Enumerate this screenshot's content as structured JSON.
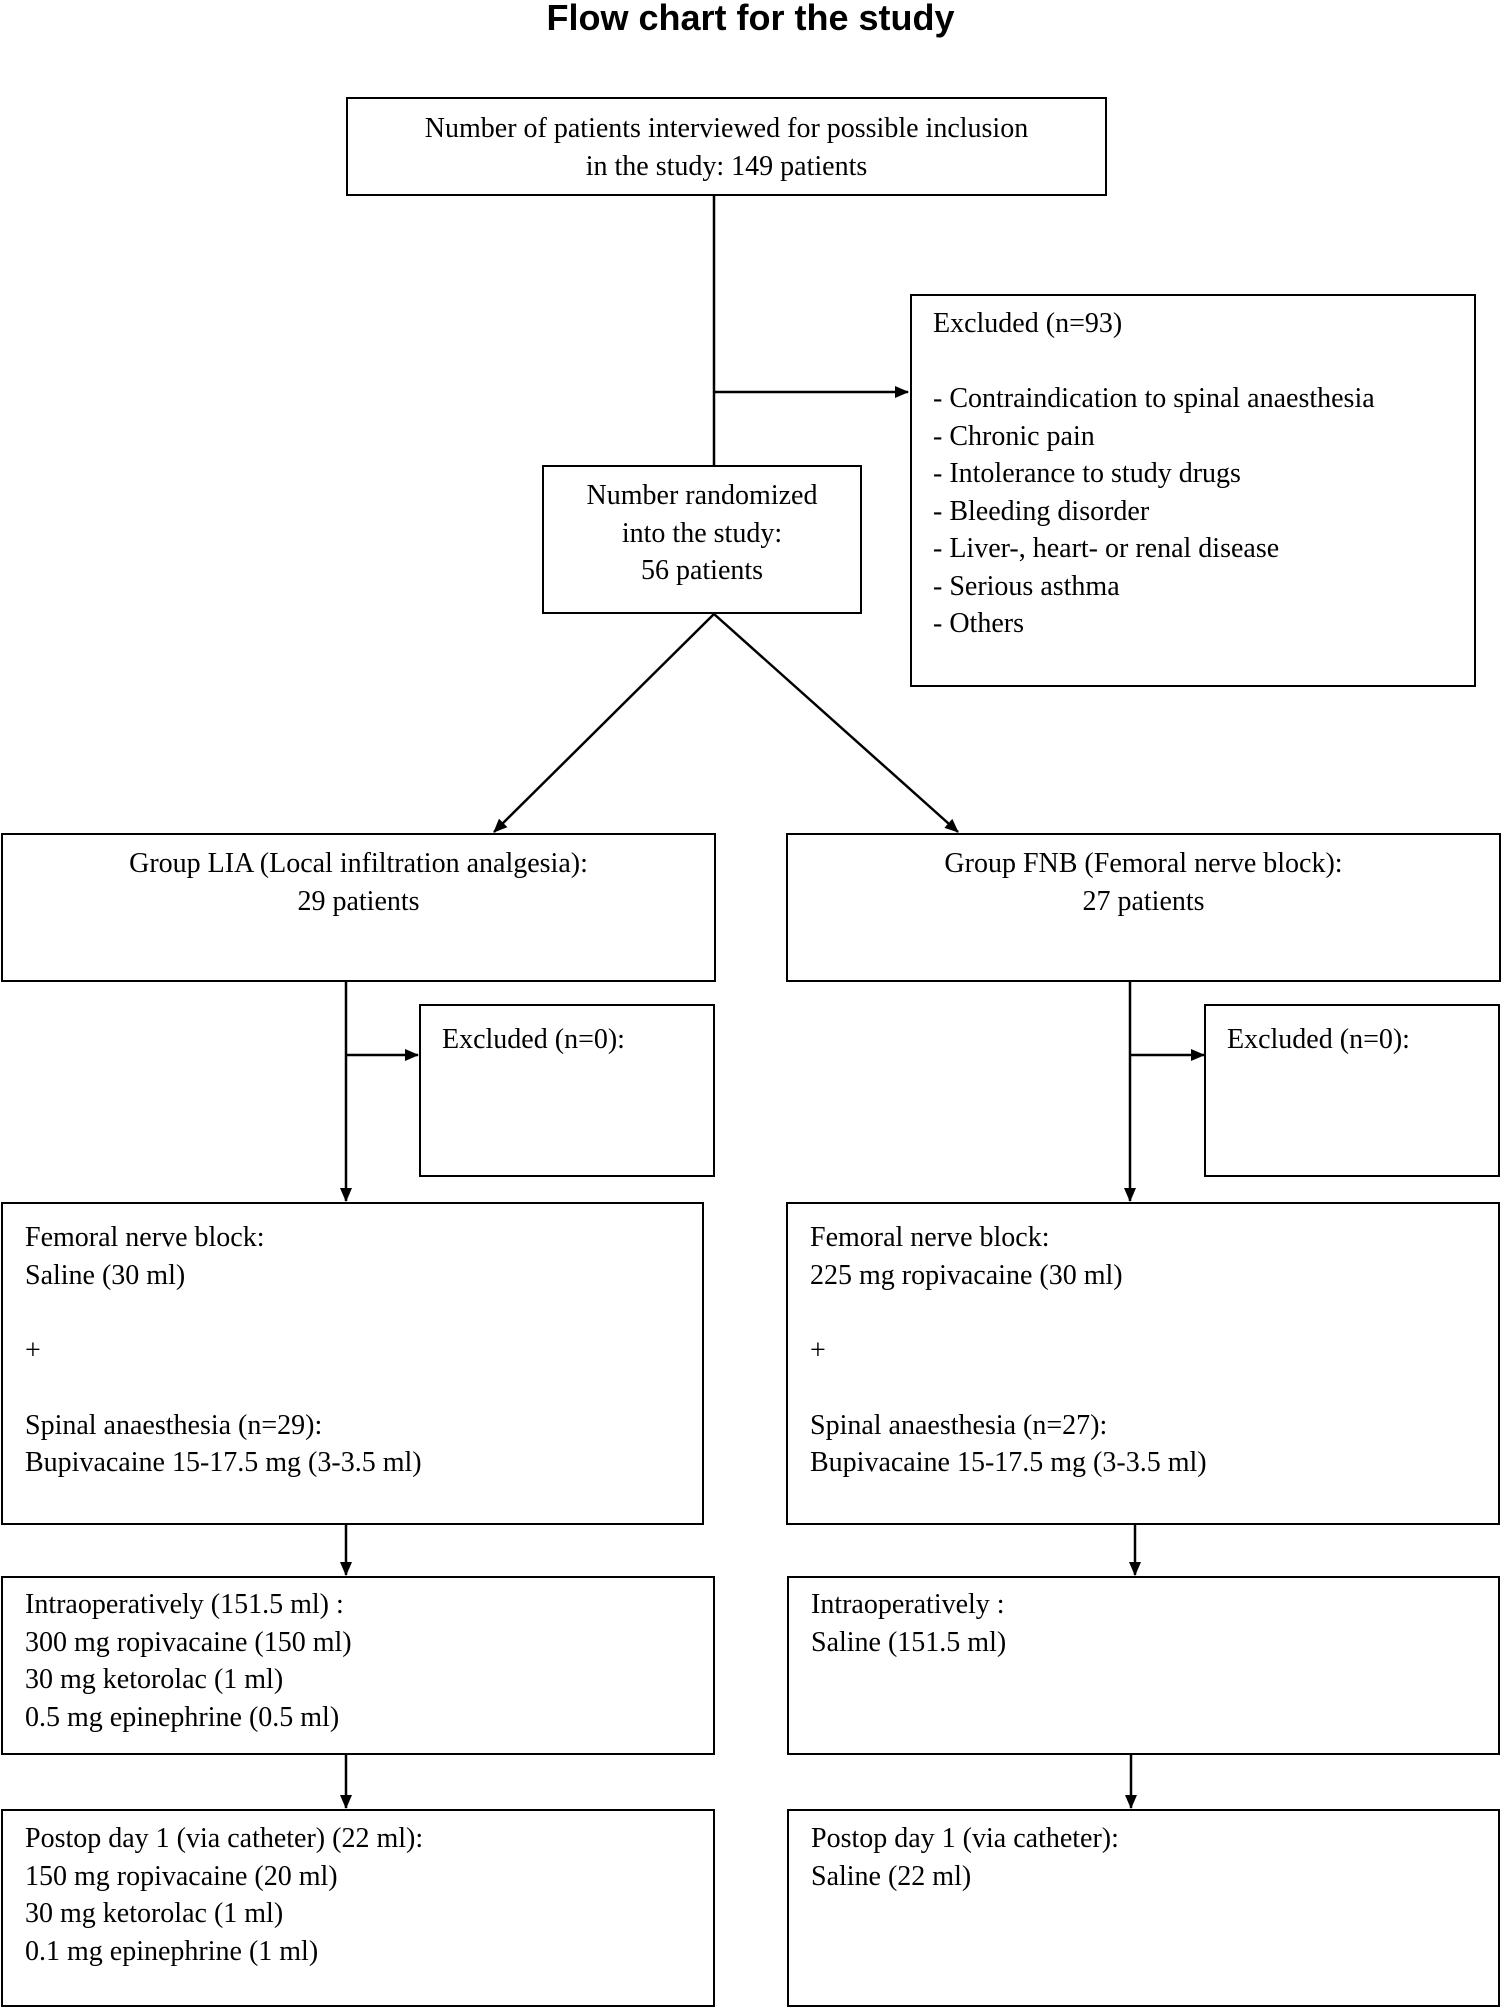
{
  "title": "Flow chart for the study",
  "interviewed": {
    "lines": [
      "Number of patients interviewed for possible inclusion",
      "in the study: 149 patients"
    ]
  },
  "excluded_main": {
    "heading": "Excluded (n=93)",
    "reasons": [
      "- Contraindication to spinal anaesthesia",
      "- Chronic pain",
      "- Intolerance to study drugs",
      "- Bleeding disorder",
      "- Liver-, heart- or renal disease",
      "- Serious asthma",
      "- Others"
    ]
  },
  "randomized": {
    "lines": [
      "Number randomized",
      "into the study:",
      "56 patients"
    ]
  },
  "lia": {
    "group": {
      "lines": [
        "Group LIA (Local infiltration analgesia):",
        "29 patients"
      ]
    },
    "excluded": "Excluded (n=0):",
    "block": {
      "line1": "Femoral nerve block:",
      "line2": "Saline  (30 ml)",
      "plus": "+",
      "line3": "Spinal anaesthesia (n=29):",
      "line4": "Bupivacaine 15-17.5 mg (3-3.5 ml)"
    },
    "intraop": {
      "lines": [
        "Intraoperatively (151.5 ml) :",
        "300 mg ropivacaine (150 ml)",
        "30 mg ketorolac (1 ml)",
        "0.5 mg epinephrine (0.5 ml)"
      ]
    },
    "postop": {
      "lines": [
        "Postop day 1 (via catheter) (22 ml):",
        "150 mg ropivacaine (20 ml)",
        "30 mg ketorolac (1 ml)",
        "0.1 mg epinephrine (1 ml)"
      ]
    }
  },
  "fnb": {
    "group": {
      "lines": [
        "Group FNB (Femoral nerve block):",
        "27 patients"
      ]
    },
    "excluded": "Excluded (n=0):",
    "block": {
      "line1": "Femoral nerve block:",
      "line2": "225 mg ropivacaine (30 ml)",
      "plus": "+",
      "line3": "Spinal anaesthesia (n=27):",
      "line4": "Bupivacaine 15-17.5 mg (3-3.5 ml)"
    },
    "intraop": {
      "lines": [
        "Intraoperatively :",
        "Saline (151.5 ml)"
      ]
    },
    "postop": {
      "lines": [
        "Postop day 1 (via catheter):",
        "Saline (22 ml)"
      ]
    }
  }
}
